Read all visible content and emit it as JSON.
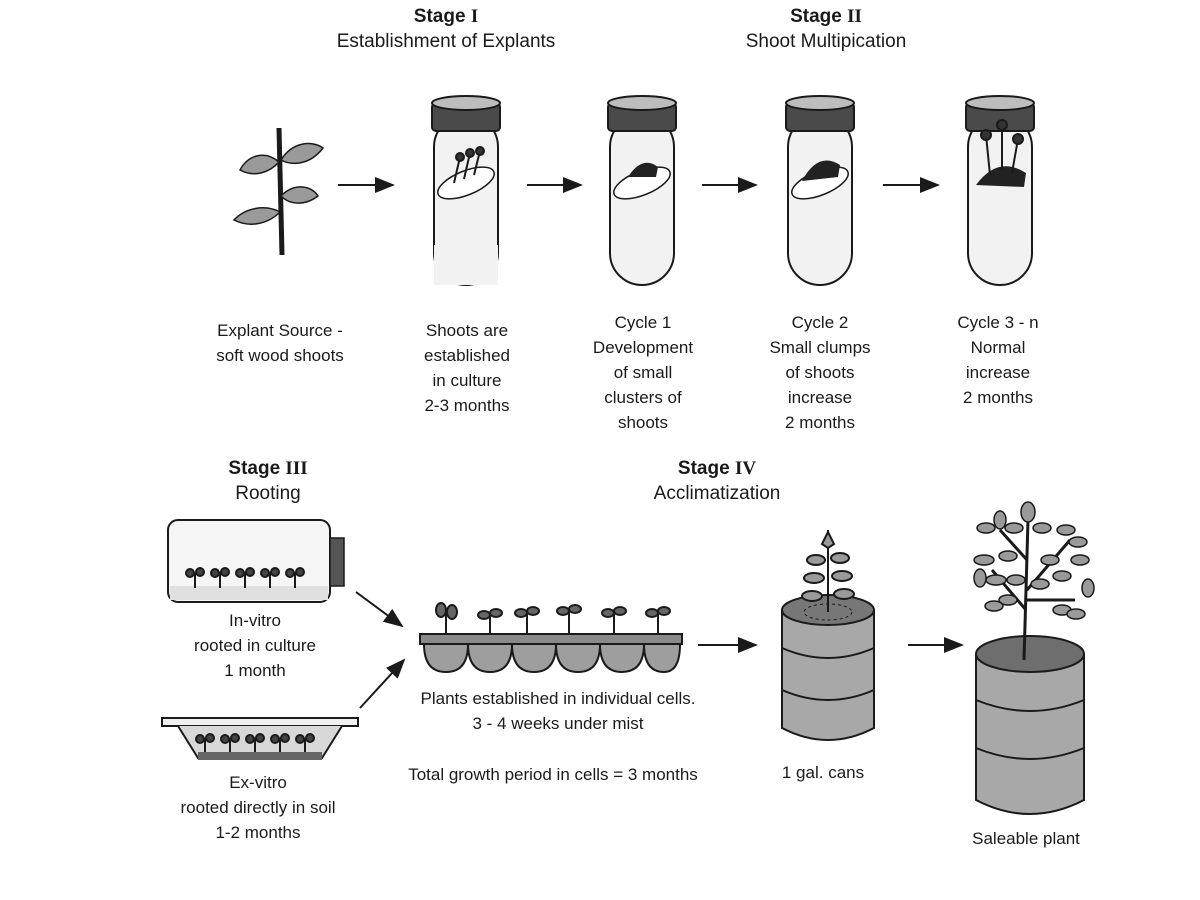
{
  "stages": [
    {
      "word": "Stage",
      "numeral": "I",
      "title": "Establishment of Explants"
    },
    {
      "word": "Stage",
      "numeral": "II",
      "title": "Shoot Multipication"
    },
    {
      "word": "Stage",
      "numeral": "III",
      "title": "Rooting"
    },
    {
      "word": "Stage",
      "numeral": "IV",
      "title": "Acclimatization"
    }
  ],
  "top_labels": [
    {
      "lines": [
        "Explant Source -",
        "soft wood shoots"
      ]
    },
    {
      "lines": [
        "Shoots are",
        "established",
        "in culture",
        "2-3 months"
      ]
    },
    {
      "lines": [
        "Cycle 1",
        "Development",
        "of small",
        "clusters of",
        "shoots"
      ]
    },
    {
      "lines": [
        "Cycle 2",
        "Small clumps",
        "of shoots",
        "increase",
        "2 months"
      ]
    },
    {
      "lines": [
        "Cycle 3 - n",
        "Normal",
        "increase",
        "2 months"
      ]
    }
  ],
  "rooting_labels": {
    "in_vitro": [
      "In-vitro",
      "rooted in culture",
      "1 month"
    ],
    "ex_vitro": [
      "Ex-vitro",
      "rooted directly in soil",
      "1-2 months"
    ]
  },
  "cells_label": [
    "Plants established in individual cells.",
    "3 - 4 weeks under mist"
  ],
  "total_growth": "Total growth period in cells = 3 months",
  "cans_label": "1 gal. cans",
  "saleable_label": "Saleable plant"
}
